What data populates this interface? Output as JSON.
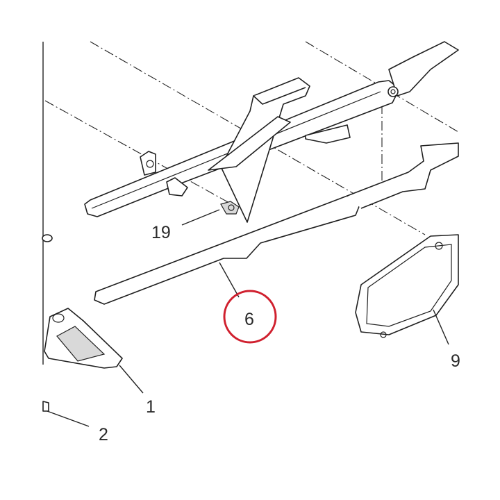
{
  "diagram": {
    "callouts": {
      "part_1": "1",
      "part_2": "2",
      "part_6": "6",
      "part_9": "9",
      "part_19": "19"
    },
    "highlighted_callout": "6",
    "highlight_color": "#d0202e",
    "line_color": "#1f1f1f",
    "background": "#ffffff"
  }
}
